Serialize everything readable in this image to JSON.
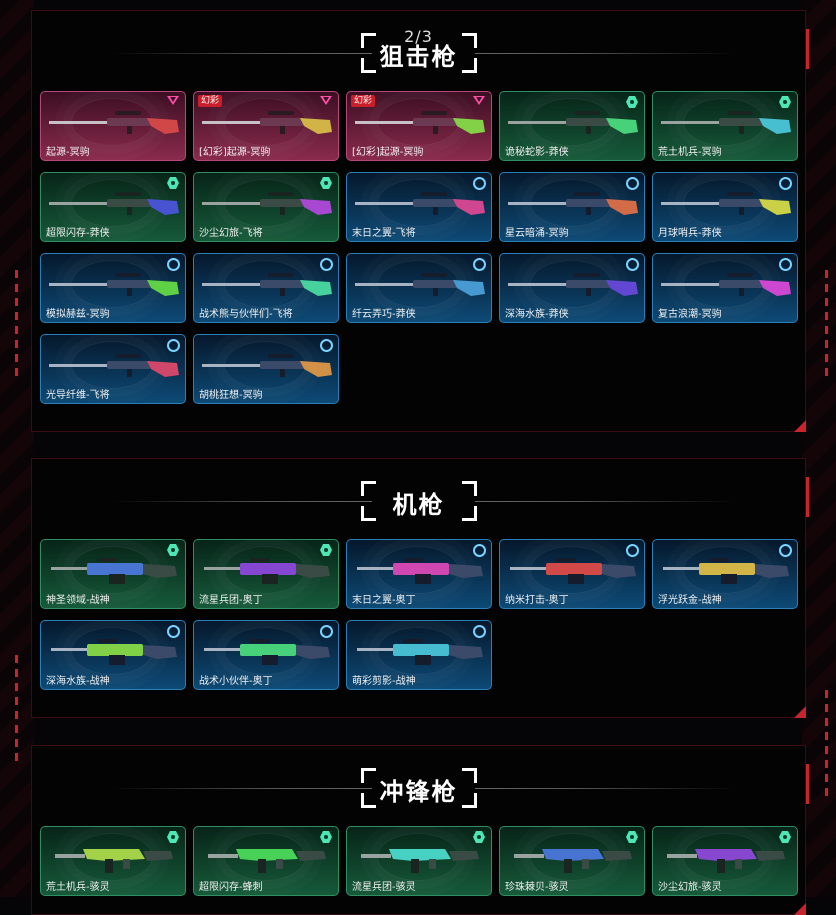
{
  "pager": "2/3",
  "sections": [
    {
      "title": "狙击枪",
      "items": [
        {
          "name": "起源-冥驹",
          "rarity": "pink",
          "badge": "",
          "weapon": "sniper"
        },
        {
          "name": "[幻彩]起源-冥驹",
          "rarity": "pink",
          "badge": "幻彩",
          "weapon": "sniper"
        },
        {
          "name": "[幻彩]起源-冥驹",
          "rarity": "pink",
          "badge": "幻彩",
          "weapon": "sniper"
        },
        {
          "name": "诡秘蛇影-莽侠",
          "rarity": "green",
          "badge": "",
          "weapon": "sniper"
        },
        {
          "name": "荒土机兵-冥驹",
          "rarity": "green",
          "badge": "",
          "weapon": "sniper"
        },
        {
          "name": "超限闪存-莽侠",
          "rarity": "green",
          "badge": "",
          "weapon": "sniper"
        },
        {
          "name": "沙尘幻旅-飞将",
          "rarity": "green",
          "badge": "",
          "weapon": "sniper"
        },
        {
          "name": "末日之翼-飞将",
          "rarity": "blue",
          "badge": "",
          "weapon": "sniper"
        },
        {
          "name": "星云暗涌-冥驹",
          "rarity": "blue",
          "badge": "",
          "weapon": "sniper"
        },
        {
          "name": "月球哨兵-莽侠",
          "rarity": "blue",
          "badge": "",
          "weapon": "sniper"
        },
        {
          "name": "模拟赫兹-冥驹",
          "rarity": "blue",
          "badge": "",
          "weapon": "sniper"
        },
        {
          "name": "战术熊与伙伴们-飞将",
          "rarity": "blue",
          "badge": "",
          "weapon": "sniper"
        },
        {
          "name": "纤云弄巧-莽侠",
          "rarity": "blue",
          "badge": "",
          "weapon": "sniper"
        },
        {
          "name": "深海水族-莽侠",
          "rarity": "blue",
          "badge": "",
          "weapon": "sniper"
        },
        {
          "name": "复古浪潮-冥驹",
          "rarity": "blue",
          "badge": "",
          "weapon": "sniper"
        },
        {
          "name": "光导纤维-飞将",
          "rarity": "blue",
          "badge": "",
          "weapon": "sniper"
        },
        {
          "name": "胡桃狂想-冥驹",
          "rarity": "blue",
          "badge": "",
          "weapon": "sniper"
        }
      ]
    },
    {
      "title": "机枪",
      "items": [
        {
          "name": "神圣领域-战神",
          "rarity": "green",
          "badge": "",
          "weapon": "mg"
        },
        {
          "name": "流星兵团-奥丁",
          "rarity": "green",
          "badge": "",
          "weapon": "mg"
        },
        {
          "name": "末日之翼-奥丁",
          "rarity": "blue",
          "badge": "",
          "weapon": "mg"
        },
        {
          "name": "纳米打击-奥丁",
          "rarity": "blue",
          "badge": "",
          "weapon": "mg"
        },
        {
          "name": "浮光跃金-战神",
          "rarity": "blue",
          "badge": "",
          "weapon": "mg"
        },
        {
          "name": "深海水族-战神",
          "rarity": "blue",
          "badge": "",
          "weapon": "mg"
        },
        {
          "name": "战术小伙伴-奥丁",
          "rarity": "blue",
          "badge": "",
          "weapon": "mg"
        },
        {
          "name": "萌彩剪影-战神",
          "rarity": "blue",
          "badge": "",
          "weapon": "mg"
        }
      ]
    },
    {
      "title": "冲锋枪",
      "items": [
        {
          "name": "荒土机兵-骇灵",
          "rarity": "green",
          "badge": "",
          "weapon": "smg"
        },
        {
          "name": "超限闪存-蜂刺",
          "rarity": "green",
          "badge": "",
          "weapon": "smg"
        },
        {
          "name": "流星兵团-骇灵",
          "rarity": "green",
          "badge": "",
          "weapon": "smg"
        },
        {
          "name": "珍珠棘贝-骇灵",
          "rarity": "green",
          "badge": "",
          "weapon": "smg"
        },
        {
          "name": "沙尘幻旅-骇灵",
          "rarity": "green",
          "badge": "",
          "weapon": "smg"
        }
      ]
    }
  ],
  "colors": {
    "accent": "#c8242e",
    "pink_icon": "#ff4fa8",
    "green_icon": "#4de6b4",
    "blue_icon": "#7ad3ff"
  },
  "icons": {
    "pink": "triangle-rarity-icon",
    "green": "hexagon-rarity-icon",
    "blue": "ring-rarity-icon"
  }
}
